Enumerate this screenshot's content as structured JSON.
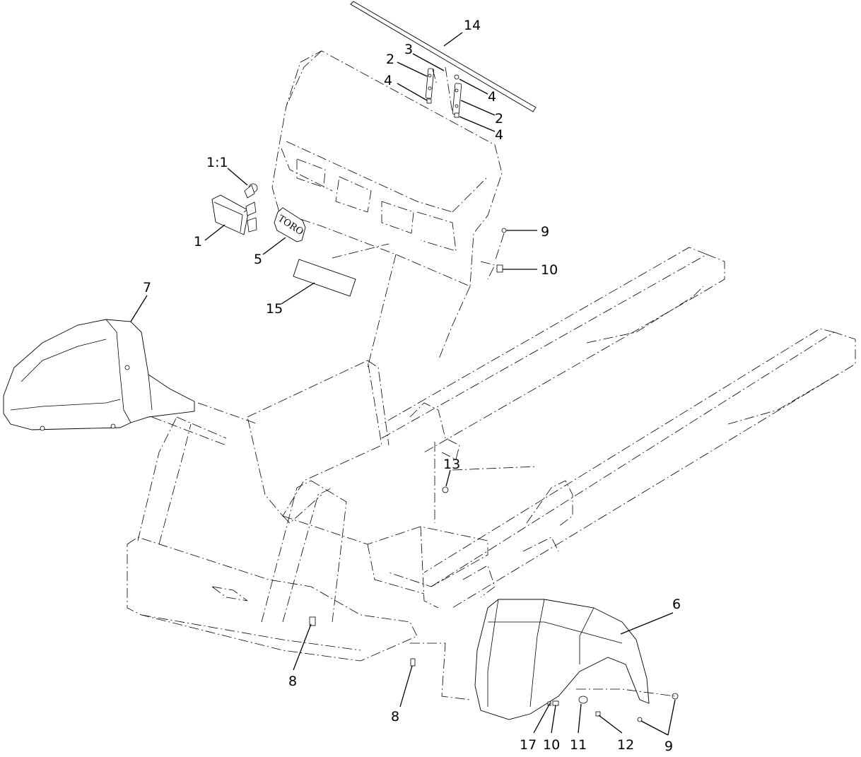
{
  "callouts": {
    "c1": "1",
    "c1_1": "1:1",
    "c2a": "2",
    "c2b": "2",
    "c3": "3",
    "c4a": "4",
    "c4b": "4",
    "c4c": "4",
    "c5": "5",
    "c6": "6",
    "c7": "7",
    "c8a": "8",
    "c8b": "8",
    "c9a": "9",
    "c9b": "9",
    "c10a": "10",
    "c10b": "10",
    "c11": "11",
    "c12": "12",
    "c13": "13",
    "c14": "14",
    "c15": "15",
    "c17": "17"
  },
  "decal_text": "TORO"
}
